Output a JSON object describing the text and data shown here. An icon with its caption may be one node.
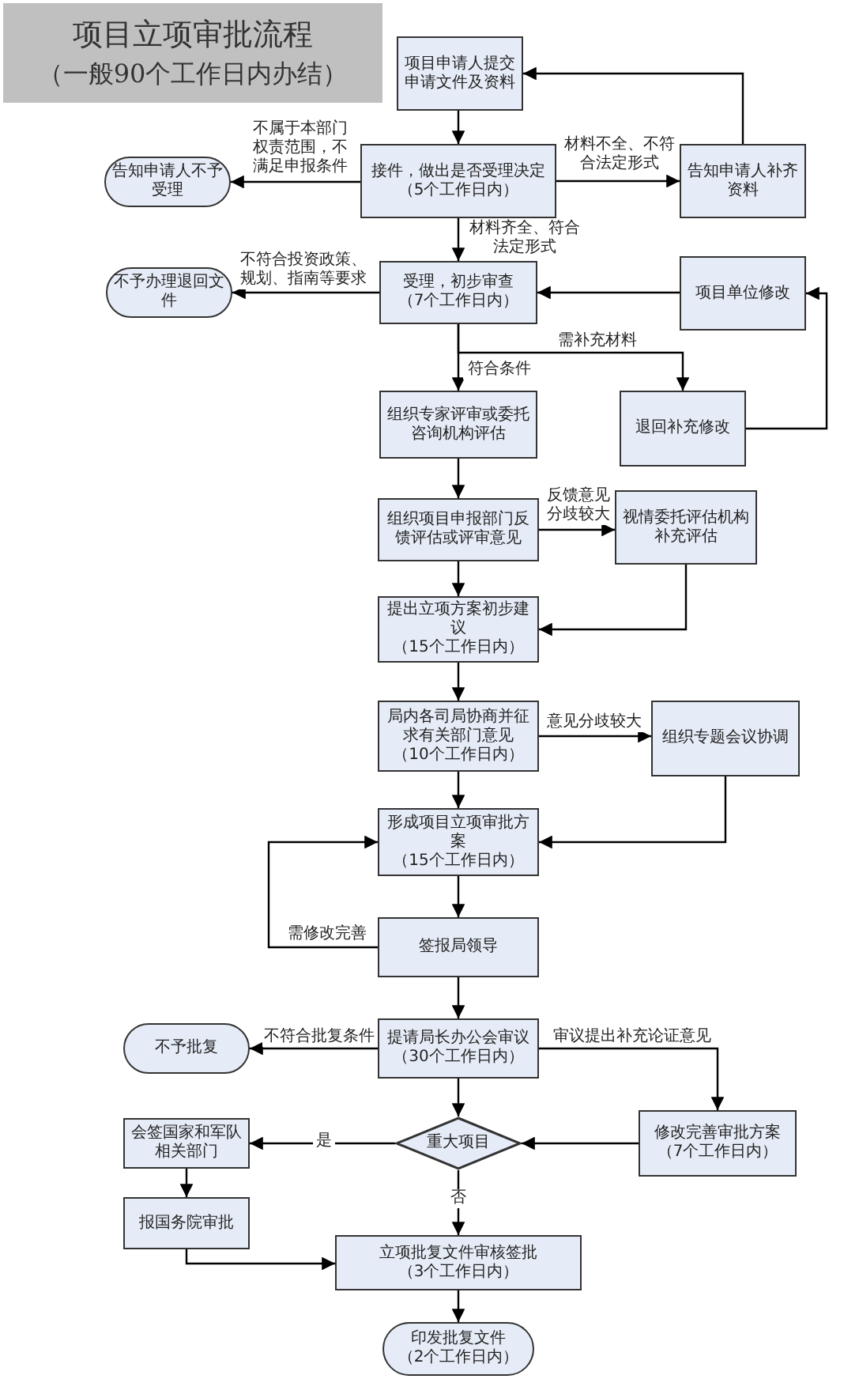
{
  "diagram": {
    "title": "项目立项审批流程",
    "caption": "（一般90个工作日内办结）",
    "nodes": [
      {
        "text": [
          "项目申请人提交申请文件及资料"
        ]
      },
      {
        "text": [
          "告知申请人不予受理"
        ]
      },
      {
        "text": [
          "接件，做出是否受理决定",
          "（5个工作日内）"
        ]
      },
      {
        "text": [
          "告知申请人补齐资料"
        ]
      },
      {
        "text": [
          "不予办理退回文件"
        ]
      },
      {
        "text": [
          "受理，初步审查",
          "（7个工作日内）"
        ]
      },
      {
        "text": [
          "项目单位修改"
        ]
      },
      {
        "text": [
          "组织专家评审或委托咨询机构评估"
        ]
      },
      {
        "text": [
          "退回补充修改"
        ]
      },
      {
        "text": [
          "组织项目申报部门反馈评估或评审意见"
        ]
      },
      {
        "text": [
          "视情委托评估机构补充评估"
        ]
      },
      {
        "text": [
          "提出立项方案初步建议",
          "（15个工作日内）"
        ]
      },
      {
        "text": [
          "局内各司局协商并征求有关部门意见",
          "（10个工作日内）"
        ]
      },
      {
        "text": [
          "组织专题会议协调"
        ]
      },
      {
        "text": [
          "形成项目立项审批方案",
          "（15个工作日内）"
        ]
      },
      {
        "text": [
          "签报局领导"
        ]
      },
      {
        "text": [
          "提请局长办公会审议",
          "（30个工作日内）"
        ]
      },
      {
        "text": [
          "不予批复"
        ]
      },
      {
        "text": [
          "会签国家和军队相关部门"
        ]
      },
      {
        "text": [
          "重大项目"
        ]
      },
      {
        "text": [
          "修改完善审批方案",
          "（7个工作日内）"
        ]
      },
      {
        "text": [
          "报国务院审批"
        ]
      },
      {
        "text": [
          "立项批复文件审核签批",
          "（3个工作日内）"
        ]
      },
      {
        "text": [
          "印发批复文件",
          "（2个工作日内）"
        ]
      }
    ],
    "edges": [
      {
        "from": 0,
        "to": 2,
        "arrow": "to"
      },
      {
        "from": 2,
        "to": 1,
        "arrow": "to",
        "label": "不属于本部门权责范围，不满足申报条件"
      },
      {
        "from": 2,
        "to": 3,
        "arrow": "to",
        "label": "材料不全、不符合法定形式"
      },
      {
        "from": 3,
        "to": 0,
        "arrow": "to"
      },
      {
        "from": 2,
        "to": 5,
        "arrow": "to",
        "label": "材料齐全、符合法定形式"
      },
      {
        "from": 5,
        "to": 4,
        "arrow": "to",
        "label": "不符合投资政策、规划、指南等要求"
      },
      {
        "from": 6,
        "to": 5,
        "arrow": "to"
      },
      {
        "from": 5,
        "to": 7,
        "arrow": "to",
        "label": "符合条件"
      },
      {
        "from": 5,
        "to": 8,
        "arrow": "to",
        "label": "需补充材料"
      },
      {
        "from": 8,
        "to": 6,
        "arrow": "to"
      },
      {
        "from": 7,
        "to": 9,
        "arrow": "to"
      },
      {
        "from": 9,
        "to": 10,
        "arrow": "to",
        "label": "反馈意见分歧较大"
      },
      {
        "from": 9,
        "to": 11,
        "arrow": "to"
      },
      {
        "from": 10,
        "to": 11,
        "arrow": "to"
      },
      {
        "from": 11,
        "to": 12,
        "arrow": "to"
      },
      {
        "from": 12,
        "to": 13,
        "arrow": "to",
        "label": "意见分歧较大"
      },
      {
        "from": 12,
        "to": 14,
        "arrow": "to"
      },
      {
        "from": 13,
        "to": 14,
        "arrow": "to"
      },
      {
        "from": 14,
        "to": 15,
        "arrow": "to"
      },
      {
        "from": 15,
        "to": 14,
        "arrow": "to",
        "label": "需修改完善"
      },
      {
        "from": 15,
        "to": 16,
        "arrow": "to"
      },
      {
        "from": 16,
        "to": 17,
        "arrow": "to",
        "label": "不符合批复条件"
      },
      {
        "from": 16,
        "to": 20,
        "arrow": "to",
        "label": "审议提出补充论证意见"
      },
      {
        "from": 16,
        "to": 19,
        "arrow": "to"
      },
      {
        "from": 20,
        "to": 19,
        "arrow": "to"
      },
      {
        "from": 19,
        "to": 18,
        "arrow": "to",
        "label": "是"
      },
      {
        "from": 19,
        "to": 22,
        "arrow": "to",
        "label": "否"
      },
      {
        "from": 18,
        "to": 21,
        "arrow": "to"
      },
      {
        "from": 21,
        "to": 22,
        "arrow": "to"
      },
      {
        "from": 22,
        "to": 23,
        "arrow": "to"
      }
    ]
  }
}
